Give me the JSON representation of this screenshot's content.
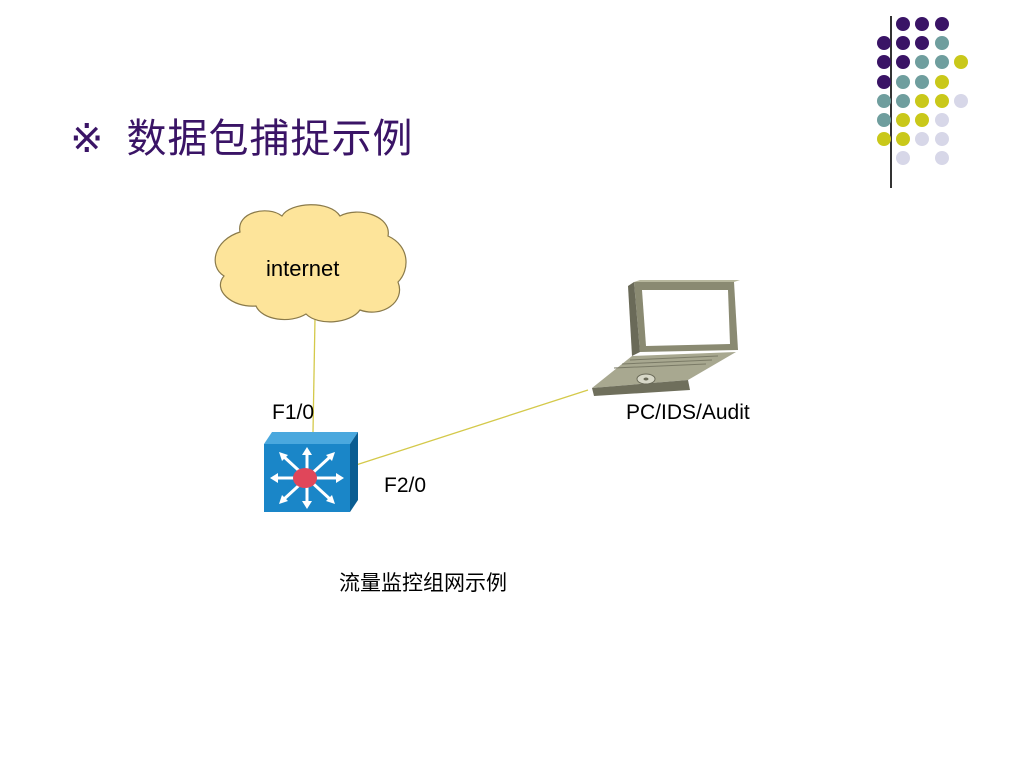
{
  "slide": {
    "title_mark": "※",
    "title_text": "数据包捕捉示例",
    "caption": "流量监控组网示例"
  },
  "diagram": {
    "cloud_label": "internet",
    "switch_port_up": "F1/0",
    "switch_port_right": "F2/0",
    "laptop_label": "PC/IDS/Audit"
  },
  "colors": {
    "title": "#3a1466",
    "link_line": "#d4c94a",
    "cloud_fill": "#fde49a",
    "switch_face": "#1a86c8",
    "switch_center": "#e0465a",
    "dot_purple": "#3a1466",
    "dot_teal": "#6f9e9e",
    "dot_yellow": "#c9c81a",
    "dot_lavender": "#d7d7e8"
  },
  "icons": [
    "cloud-icon",
    "multilayer-switch-icon",
    "laptop-icon"
  ]
}
